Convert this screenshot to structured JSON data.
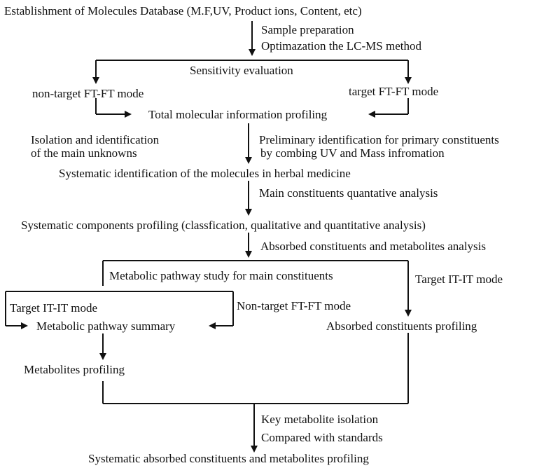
{
  "nodes": {
    "database": "Establishment of Molecules Database (M.F,UV, Product  ions, Content, etc)",
    "total_profiling": "Total molecular information profiling",
    "systematic_identification": "Systematic identification of the molecules in herbal medicine",
    "components_profiling": "Systematic components profiling (classfication, qualitative and quantitative analysis)",
    "pathway_summary": "Metabolic pathway summary",
    "metabolites_profiling": "Metabolites profiling",
    "absorbed_profiling": "Absorbed constituents profiling",
    "final_profiling": "Systematic absorbed constituents and metabolites profiling"
  },
  "edge_labels": {
    "sample_prep": "Sample preparation",
    "optimization": "Optimazation the LC-MS method",
    "sensitivity": "Sensitivity evaluation",
    "non_target_ftft": "non-target FT-FT mode",
    "target_ftft": "target FT-FT mode",
    "isolation_line1": "Isolation and identification",
    "isolation_line2": "of the main unknowns",
    "preliminary_line1": "Preliminary identification for primary constituents",
    "preliminary_line2": "by combing UV  and Mass infromation",
    "quantitative": "Main constituents quantative analysis",
    "absorbed_analysis": "Absorbed constituents and metabolites analysis",
    "pathway_study": "Metabolic pathway study for main constituents",
    "target_itit_right": "Target IT-IT mode",
    "target_itit_left": "Target IT-IT mode",
    "non_target_ftft2": "Non-target FT-FT mode",
    "key_isolation": "Key metabolite isolation",
    "compared_standards": "Compared with standards"
  }
}
